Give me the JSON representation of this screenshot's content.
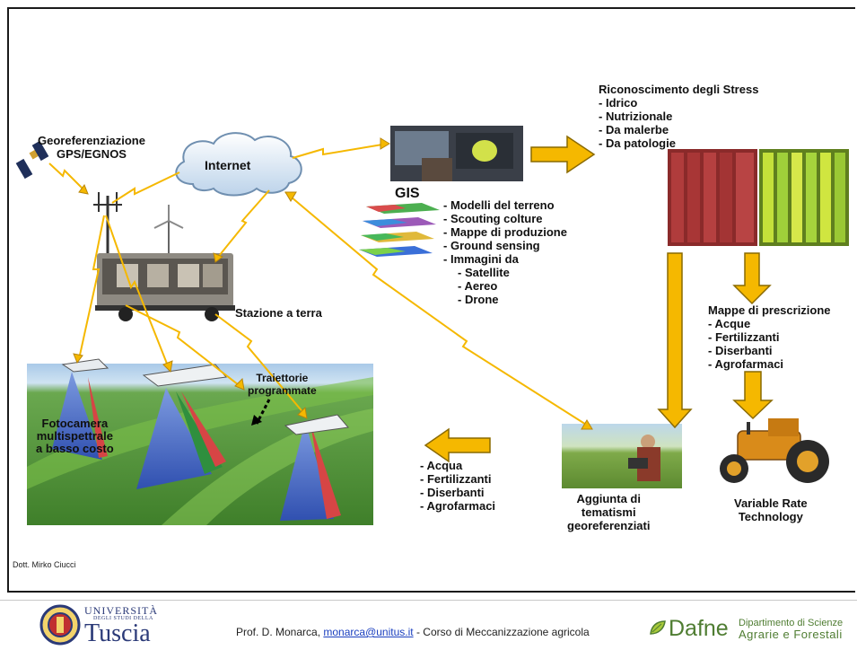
{
  "gnss": {
    "line1": "Georeferenziazione",
    "line2": "GPS/EGNOS"
  },
  "internet_label": "Internet",
  "ground_station_label": "Stazione a terra",
  "gis": {
    "title": "GIS",
    "items": [
      "Modelli del terreno",
      "Scouting colture",
      "Mappe di produzione",
      "Ground sensing",
      "Immagini da"
    ],
    "sub_items": [
      "Satellite",
      "Aereo",
      "Drone"
    ]
  },
  "stress": {
    "title": "Riconoscimento degli Stress",
    "items": [
      "Idrico",
      "Nutrizionale",
      "Da malerbe",
      "Da patologie"
    ]
  },
  "prescription": {
    "title": "Mappe di prescrizione",
    "items": [
      "Acque",
      "Fertilizzanti",
      "Diserbanti",
      "Agrofarmaci"
    ]
  },
  "trajectories": {
    "line1": "Traiettorie",
    "line2": "programmate"
  },
  "camera": {
    "line1": "Fotocamera",
    "line2": "multispettrale",
    "line3": "a basso costo"
  },
  "inputs_list": [
    "Acqua",
    "Fertilizzanti",
    "Diserbanti",
    "Agrofarmaci"
  ],
  "farmer": {
    "line1": "Aggiunta di",
    "line2": "tematismi",
    "line3": "georeferenziati"
  },
  "vrt": {
    "line1": "Variable Rate",
    "line2": "Technology"
  },
  "author": "Dott. Mirko Ciucci",
  "footer": {
    "university": {
      "line1": "UNIVERSITÀ",
      "line2": "DEGLI STUDI DELLA",
      "line3": "Tuscia"
    },
    "credit_prefix": "Prof. D. Monarca, ",
    "email": "monarca@unitus.it",
    "credit_suffix": " - Corso di Meccanizzazione agricola",
    "dafne_logo": "Dafne",
    "dept_line1": "Dipartimento di Scienze",
    "dept_line2": "Agrarie e Forestali"
  },
  "colors": {
    "arrow": "#f5b800",
    "arrow_stroke": "#b8860b",
    "university_blue": "#2b3a78",
    "dafne_green": "#4f7d32",
    "link": "#1a3fbf"
  }
}
